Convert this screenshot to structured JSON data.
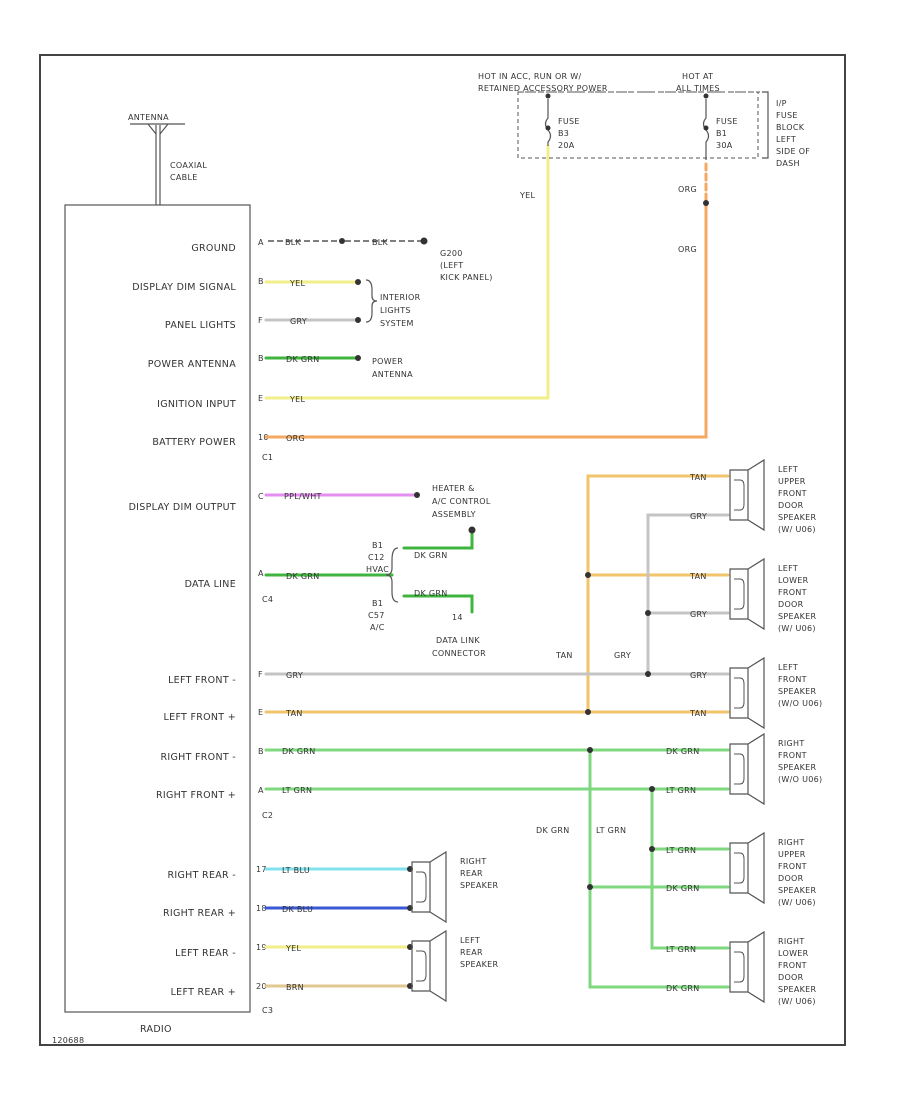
{
  "colors": {
    "yel": "#f2ef8a",
    "org": "#f4a860",
    "grn": "#7fd87f",
    "dkgrn": "#3fb43f",
    "tan": "#f2c46b",
    "gry": "#c4c4c4",
    "ppl": "#e48ef0",
    "ltblu": "#7fe2ec",
    "dkblu": "#3a58d6",
    "brn": "#e2c890",
    "blk": "#555555"
  },
  "antenna": {
    "label": "ANTENNA",
    "cable": [
      "COAXIAL",
      "CABLE"
    ]
  },
  "radio": {
    "label": "RADIO",
    "terminals": [
      {
        "name": "GROUND",
        "pin": "A",
        "wire": "BLK"
      },
      {
        "name": "DISPLAY DIM SIGNAL",
        "pin": "B",
        "wire": "YEL"
      },
      {
        "name": "PANEL LIGHTS",
        "pin": "F",
        "wire": "GRY"
      },
      {
        "name": "POWER ANTENNA",
        "pin": "B",
        "wire": "DK GRN"
      },
      {
        "name": "IGNITION INPUT",
        "pin": "E",
        "wire": "YEL"
      },
      {
        "name": "BATTERY POWER",
        "pin": "10",
        "wire": "ORG"
      },
      {
        "name": "DISPLAY DIM OUTPUT",
        "pin": "C",
        "wire": "PPL/WHT"
      },
      {
        "name": "DATA LINE",
        "pin": "A",
        "wire": "DK GRN"
      },
      {
        "name": "LEFT FRONT -",
        "pin": "F",
        "wire": "GRY"
      },
      {
        "name": "LEFT FRONT +",
        "pin": "E",
        "wire": "TAN"
      },
      {
        "name": "RIGHT FRONT -",
        "pin": "B",
        "wire": "DK GRN"
      },
      {
        "name": "RIGHT FRONT +",
        "pin": "A",
        "wire": "LT GRN"
      },
      {
        "name": "RIGHT REAR -",
        "pin": "17",
        "wire": "LT BLU"
      },
      {
        "name": "RIGHT REAR +",
        "pin": "18",
        "wire": "DK BLU"
      },
      {
        "name": "LEFT REAR -",
        "pin": "19",
        "wire": "YEL"
      },
      {
        "name": "LEFT REAR +",
        "pin": "20",
        "wire": "BRN"
      }
    ],
    "connectors": {
      "c1": "C1",
      "c4": "C4",
      "c2": "C2",
      "c3": "C3"
    }
  },
  "ground": {
    "wire2": "BLK",
    "id": "G200",
    "loc": [
      "(LEFT",
      "KICK PANEL)"
    ]
  },
  "interior": [
    "INTERIOR",
    "LIGHTS",
    "SYSTEM"
  ],
  "power_antenna": [
    "POWER",
    "ANTENNA"
  ],
  "hvac": [
    "HEATER &",
    "A/C CONTROL",
    "ASSEMBLY"
  ],
  "dim_out_wire": "PPL/WHT",
  "hvac_conn": {
    "top": [
      "B1",
      "C12",
      "HVAC"
    ],
    "bot": [
      "B1",
      "C57",
      "A/C"
    ],
    "wire": "DK GRN",
    "pin": "14"
  },
  "dlc": [
    "DATA LINK",
    "CONNECTOR"
  ],
  "fuse_header": {
    "left": [
      "HOT IN ACC, RUN OR W/",
      "RETAINED ACCESSORY POWER"
    ],
    "right": [
      "HOT AT",
      "ALL TIMES"
    ]
  },
  "fuse_block": [
    "I/P",
    "FUSE",
    "BLOCK",
    "LEFT",
    "SIDE OF",
    "DASH"
  ],
  "fuse1": [
    "FUSE",
    "B3",
    "20A"
  ],
  "fuse2": [
    "FUSE",
    "B1",
    "30A"
  ],
  "yel_wire": "YEL",
  "org_wire": "ORG",
  "spk_wires": {
    "tan": "TAN",
    "gry": "GRY",
    "dkgrn": "DK GRN",
    "ltgrn": "LT GRN"
  },
  "speakers": {
    "luf": [
      "LEFT",
      "UPPER",
      "FRONT",
      "DOOR",
      "SPEAKER",
      "(W/ U06)"
    ],
    "llf": [
      "LEFT",
      "LOWER",
      "FRONT",
      "DOOR",
      "SPEAKER",
      "(W/ U06)"
    ],
    "lf": [
      "LEFT",
      "FRONT",
      "SPEAKER",
      "(W/O U06)"
    ],
    "rf": [
      "RIGHT",
      "FRONT",
      "SPEAKER",
      "(W/O U06)"
    ],
    "ruf": [
      "RIGHT",
      "UPPER",
      "FRONT",
      "DOOR",
      "SPEAKER",
      "(W/ U06)"
    ],
    "rlf": [
      "RIGHT",
      "LOWER",
      "FRONT",
      "DOOR",
      "SPEAKER",
      "(W/ U06)"
    ],
    "rr": [
      "RIGHT",
      "REAR",
      "SPEAKER"
    ],
    "lr": [
      "LEFT",
      "REAR",
      "SPEAKER"
    ]
  },
  "figure_id": "120688"
}
